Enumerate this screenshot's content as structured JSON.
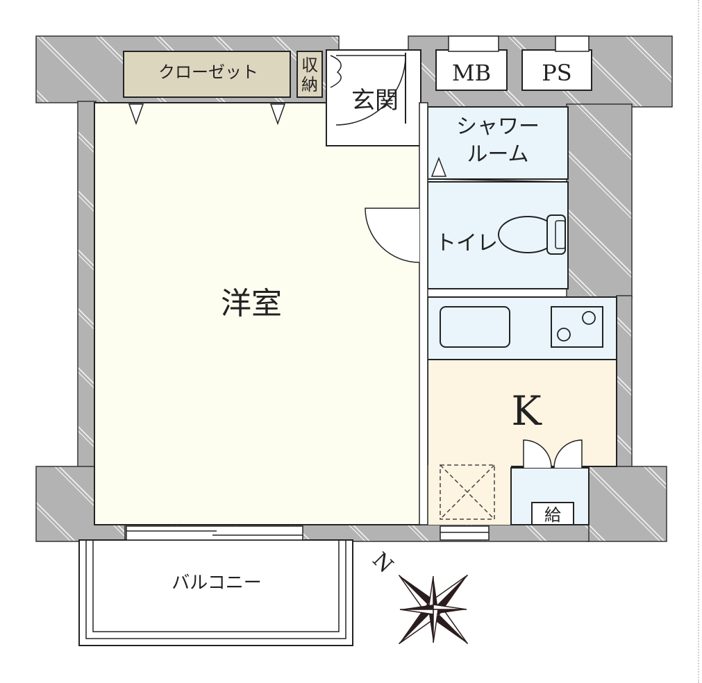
{
  "rooms": {
    "closet": "クローゼット",
    "storage": "収納",
    "entrance": "玄関",
    "shower_room": "シャワールーム",
    "toilet": "トイレ",
    "western_room": "洋室",
    "kitchen": "K",
    "balcony": "バルコニー",
    "mb": "MB",
    "ps": "PS",
    "water_supply": "給"
  },
  "compass": {
    "north_label": "N",
    "north_direction": "upper-left"
  },
  "colors": {
    "wall": "#b3b3b3",
    "western_room": "#fdfdf0",
    "closet": "#ddd6bf",
    "wet_area": "#e9f5fb",
    "kitchen_floor": "#fdf4e1",
    "outline": "#222222"
  }
}
